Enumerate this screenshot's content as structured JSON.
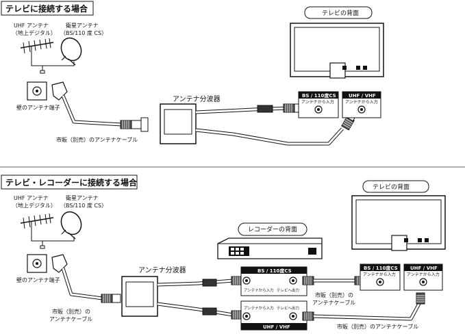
{
  "section1": {
    "heading": "テレビに接続する場合",
    "uhf_antenna": [
      "UHF アンテナ",
      "（地上デジタル）"
    ],
    "bs_antenna": [
      "衛星アンテナ",
      "（BS/110 度 CS）"
    ],
    "wall_terminal": "壁のアンテナ端子",
    "tv_back": "テレビの背面",
    "splitter": "アンテナ分波器",
    "cable": "市販（別売）のアンテナケーブル",
    "port_bs_header": "BS / 110度CS",
    "port_bs_label": "アンテナから入力",
    "port_uhf_header": "UHF / VHF",
    "port_uhf_label": "アンテナから入力"
  },
  "section2": {
    "heading": "テレビ・レコーダーに接続する場合",
    "uhf_antenna": [
      "UHF アンテナ",
      "（地上デジタル）"
    ],
    "bs_antenna": [
      "衛星アンテナ",
      "（BS/110 度 CS）"
    ],
    "wall_terminal": "壁のアンテナ端子",
    "tv_back": "テレビの背面",
    "recorder_back": "レコーダーの背面",
    "splitter": "アンテナ分波器",
    "cable_left": [
      "市販（別売）の",
      "アンテナケーブル"
    ],
    "cable_mid": [
      "市販（別売）の",
      "アンテナケーブル"
    ],
    "cable_bottom": "市販（別売）のアンテナケーブル",
    "rec_bs_header": "BS / 110度CS",
    "rec_uhf_header": "UHF / VHF",
    "rec_in_label": "アンテナから入力",
    "rec_out_label": "テレビへ出力",
    "tv_bs_header": "BS / 110度CS",
    "tv_uhf_header": "UHF / VHF",
    "tv_in_label": "アンテナから入力"
  }
}
